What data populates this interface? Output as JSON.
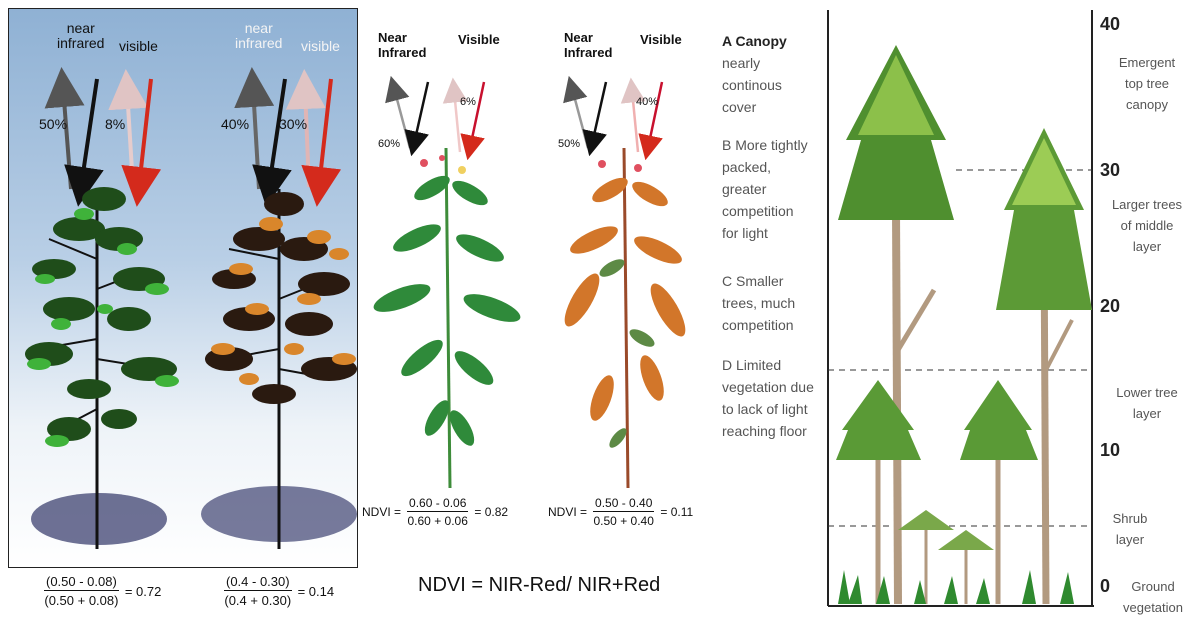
{
  "panel1": {
    "tree1": {
      "nir_label": "near\ninfrared",
      "vis_label": "visible",
      "nir_pct": "50%",
      "vis_pct": "8%"
    },
    "tree2": {
      "nir_label": "near\ninfrared",
      "vis_label": "visible",
      "nir_pct": "40%",
      "vis_pct": "30%"
    },
    "formula1": {
      "num": "(0.50 - 0.08)",
      "den": "(0.50 + 0.08)",
      "result": "= 0.72"
    },
    "formula2": {
      "num": "(0.4 - 0.30)",
      "den": "(0.4 + 0.30)",
      "result": "= 0.14"
    }
  },
  "panel2": {
    "plant1": {
      "nir_label": "Near\nInfrared",
      "vis_label": "Visible",
      "nir_pct": "60%",
      "vis_pct": "6%"
    },
    "plant2": {
      "nir_label": "Near\nInfrared",
      "vis_label": "Visible",
      "nir_pct": "50%",
      "vis_pct": "40%"
    },
    "formula1": {
      "prefix": "NDVI =",
      "num": "0.60 - 0.06",
      "den": "0.60 + 0.06",
      "result": "= 0.82"
    },
    "formula2": {
      "prefix": "NDVI =",
      "num": "0.50 - 0.40",
      "den": "0.50 + 0.40",
      "result": "= 0.11"
    },
    "main_formula": "NDVI = NIR-Red/ NIR+Red"
  },
  "panel3": {
    "A_title": "A Canopy",
    "A_text": "nearly\ncontinous\ncover",
    "B_text": "B More tightly\npacked,\ngreater\ncompetition\nfor light",
    "C_text": "C Smaller\ntrees, much\ncompetition",
    "D_text": "D Limited\nvegetation due\nto lack of light\nreaching floor",
    "axis": [
      "40",
      "30",
      "20",
      "10",
      "0"
    ],
    "layers": {
      "emergent": "Emergent\ntop tree\ncanopy",
      "larger": "Larger trees\nof middle\nlayer",
      "lower": "Lower tree\nlayer",
      "shrub": "Shrub\nlayer",
      "ground": "Ground\nvegetation"
    }
  }
}
